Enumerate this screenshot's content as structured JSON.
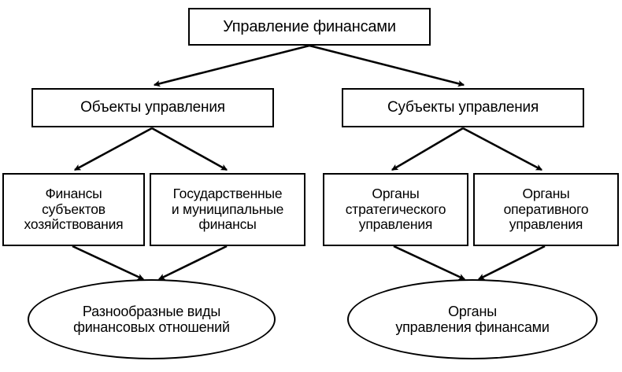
{
  "diagram": {
    "title_text": "Управление финансами",
    "language": "ru",
    "nodes": {
      "root": {
        "label": "Управление финансами",
        "shape": "rectangle"
      },
      "objects": {
        "label": "Объекты управления",
        "shape": "rectangle"
      },
      "subjects": {
        "label": "Субъекты управления",
        "shape": "rectangle"
      },
      "business_finance": {
        "label": "Финансы\nсубъектов\nхозяйствования",
        "shape": "rectangle"
      },
      "state_municipal_finance": {
        "label": "Государственные\nи муниципальные\nфинансы",
        "shape": "rectangle"
      },
      "strategic_bodies": {
        "label": "Органы\nстратегического\nуправления",
        "shape": "rectangle"
      },
      "operational_bodies": {
        "label": "Органы\nоперативного\nуправления",
        "shape": "rectangle"
      },
      "finance_relations": {
        "label": "Разнообразные виды\nфинансовых отношений",
        "shape": "ellipse"
      },
      "finance_management_bodies": {
        "label": "Органы\nуправления финансами",
        "shape": "ellipse"
      }
    },
    "edges": [
      {
        "from": "root",
        "to": "objects"
      },
      {
        "from": "root",
        "to": "subjects"
      },
      {
        "from": "objects",
        "to": "business_finance"
      },
      {
        "from": "objects",
        "to": "state_municipal_finance"
      },
      {
        "from": "subjects",
        "to": "strategic_bodies"
      },
      {
        "from": "subjects",
        "to": "operational_bodies"
      },
      {
        "from": "business_finance",
        "to": "finance_relations"
      },
      {
        "from": "state_municipal_finance",
        "to": "finance_relations"
      },
      {
        "from": "strategic_bodies",
        "to": "finance_management_bodies"
      },
      {
        "from": "operational_bodies",
        "to": "finance_management_bodies"
      }
    ],
    "colors": {
      "stroke": "#000000",
      "fill": "#ffffff",
      "text": "#000000"
    }
  }
}
